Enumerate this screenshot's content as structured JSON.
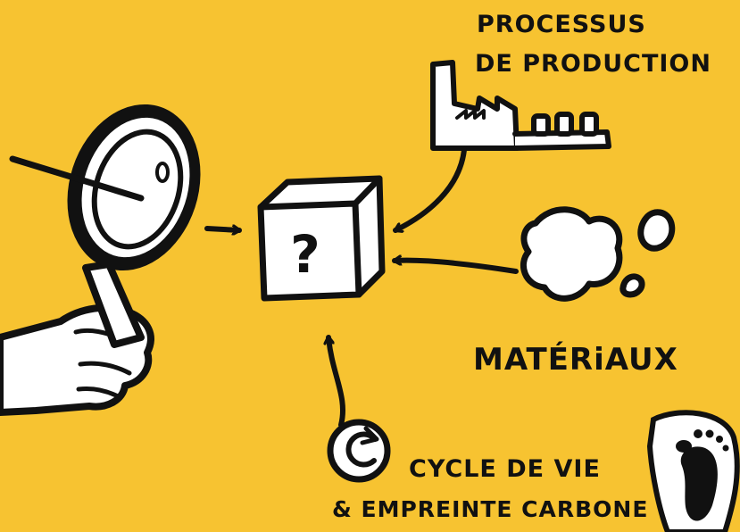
{
  "canvas": {
    "background": "#f7c331",
    "ink": "#111111",
    "fill": "#ffffff"
  },
  "center": {
    "symbol": "?"
  },
  "labels": {
    "process_line1": "PROCESSUS",
    "process_line2": "DE PRODUCTION",
    "materials": "MATÉRiAUX",
    "lifecycle_line1": "CYCLE DE VIE",
    "lifecycle_line2": "& EMPREINTE CARBONE"
  },
  "icons": [
    "magnifying-glass-icon",
    "hand-icon",
    "factory-icon",
    "box-icon",
    "materials-blob-icon",
    "cycle-icon",
    "footprint-icon"
  ]
}
